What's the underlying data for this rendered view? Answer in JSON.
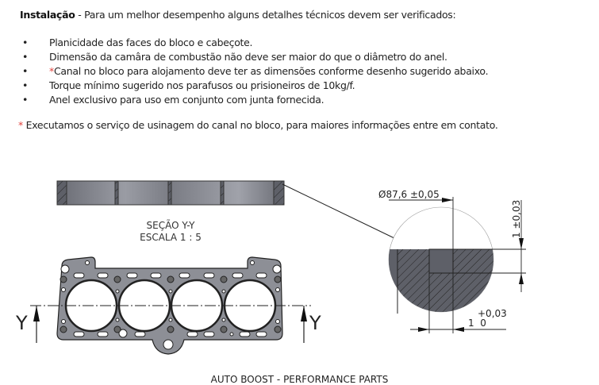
{
  "intro": {
    "bold": "Instalação",
    "text": " - Para um melhor desempenho alguns detalhes técnicos devem ser verificados:"
  },
  "bullets": [
    {
      "star": "",
      "text": "Planicidade das faces do bloco e cabeçote."
    },
    {
      "star": "",
      "text": "Dimensão da camâra de combustão não deve ser maior do que o diâmetro do anel."
    },
    {
      "star": "*",
      "text": "Canal no bloco para alojamento deve ter as dimensões conforme desenho sugerido abaixo."
    },
    {
      "star": "",
      "text": "Torque mínimo sugerido nos parafusos ou prisioneiros de 10kg/f."
    },
    {
      "star": "",
      "text": "Anel exclusivo para uso em conjunto com junta fornecida."
    }
  ],
  "note": {
    "star": "*",
    "text": " Executamos o serviço de usinagem do canal no bloco, para maiores informações entre em contato."
  },
  "drawing": {
    "section_title": "SEÇÃO Y-Y",
    "section_scale": "ESCALA 1 : 5",
    "section_mark": "Y",
    "diameter": "Ø87,6 ±0,05",
    "depth": "1 ±0,03",
    "width_tol": "+0,03",
    "width_val": "1  0"
  },
  "footer": "AUTO BOOST - PERFORMANCE PARTS",
  "colors": {
    "accent": "#e0413c",
    "metal": "#5e6068"
  }
}
